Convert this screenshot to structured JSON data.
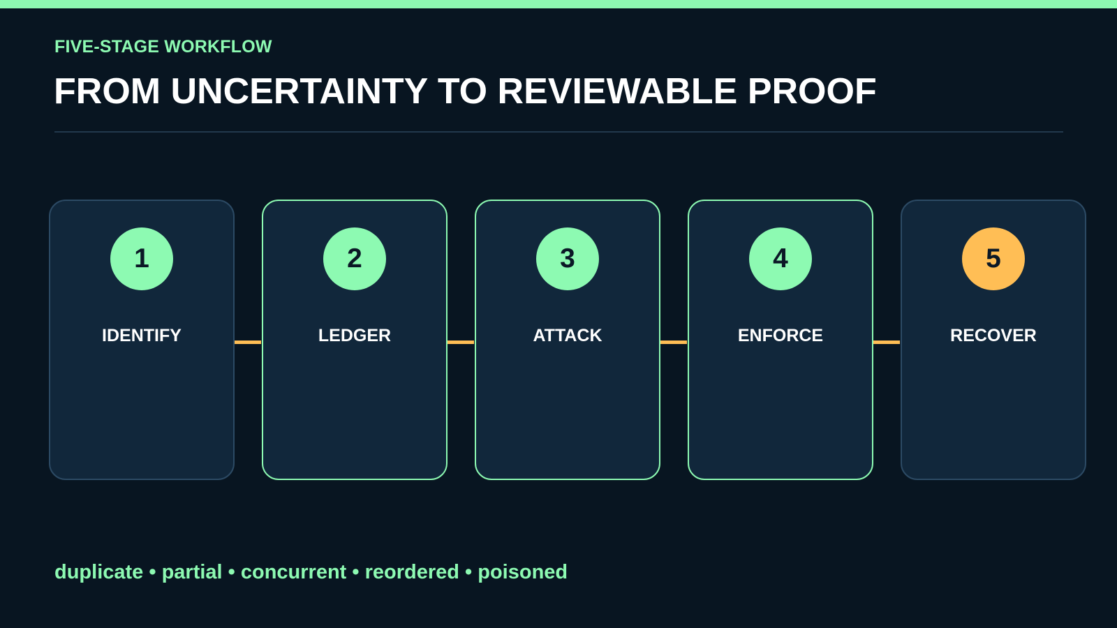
{
  "header": {
    "eyebrow": "FIVE-STAGE WORKFLOW",
    "title": "FROM UNCERTAINTY TO REVIEWABLE PROOF"
  },
  "stages": [
    {
      "number": "1",
      "label": "IDENTIFY"
    },
    {
      "number": "2",
      "label": "LEDGER"
    },
    {
      "number": "3",
      "label": "ATTACK"
    },
    {
      "number": "4",
      "label": "ENFORCE"
    },
    {
      "number": "5",
      "label": "RECOVER"
    }
  ],
  "tagline": "duplicate • partial • concurrent • reordered • poisoned",
  "colors": {
    "background": "#081521",
    "accent": "#8dfab2",
    "warning": "#ffbe55",
    "card": "#11273b",
    "card_border": "#2c4a64"
  }
}
